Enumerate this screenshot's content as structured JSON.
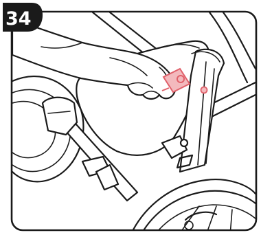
{
  "step": {
    "number": "34"
  },
  "colors": {
    "line": "#1a1a1a",
    "background": "#ffffff",
    "highlight_fill": "#f3b9bd",
    "highlight_stroke": "#e0606a"
  },
  "parts": [
    "hand",
    "seat-fabric",
    "frame-tube",
    "wheel",
    "lock-tab",
    "rivet"
  ]
}
